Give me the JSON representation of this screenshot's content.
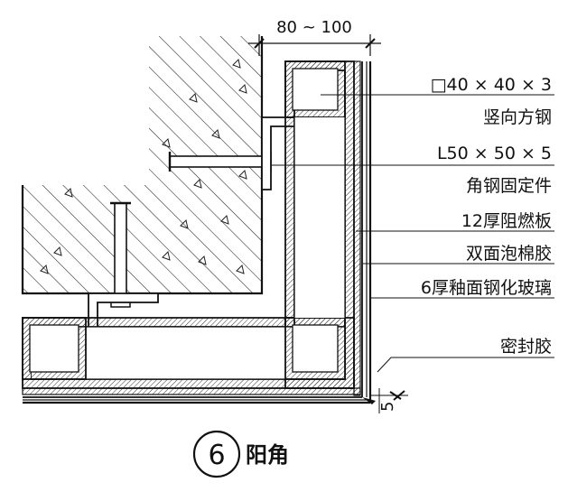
{
  "dimension_top": "80 ~ 100",
  "dimension_bottom": "5",
  "labels": {
    "tube_size": "□40 × 40 × 3",
    "tube_name": "竖向方钢",
    "angle_size": "L50 × 50 × 5",
    "angle_name": "角钢固定件",
    "fire_board": "12厚阻燃板",
    "foam_tape": "双面泡棉胶",
    "glass": "6厚釉面钢化玻璃",
    "sealant": "密封胶"
  },
  "title": {
    "number": "6",
    "text": "阳角"
  }
}
